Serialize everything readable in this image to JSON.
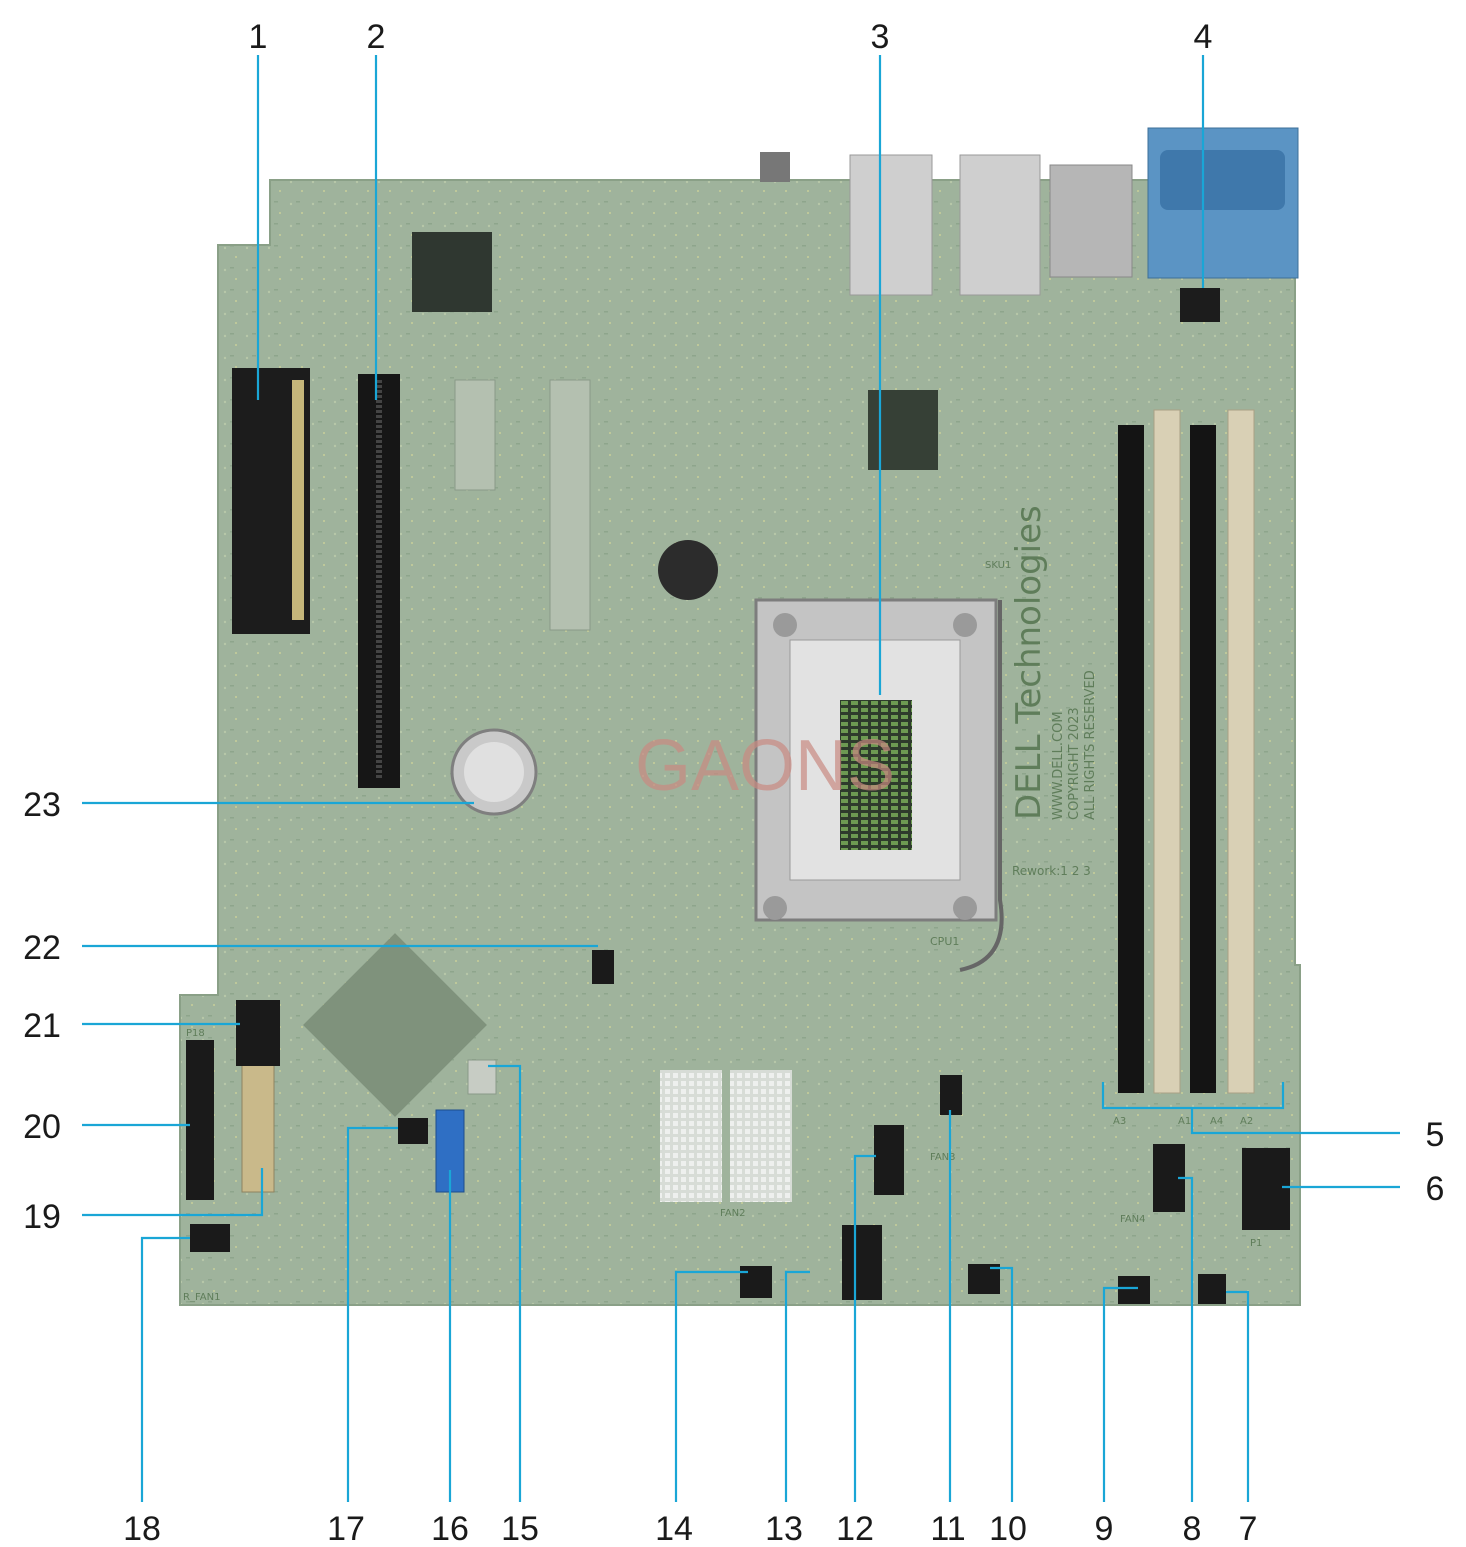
{
  "diagram": {
    "callouts": [
      "1",
      "2",
      "3",
      "4",
      "5",
      "6",
      "7",
      "8",
      "9",
      "10",
      "11",
      "12",
      "13",
      "14",
      "15",
      "16",
      "17",
      "18",
      "19",
      "20",
      "21",
      "22",
      "23"
    ]
  },
  "board_markings": {
    "brand": "DELL Technologies",
    "website": "WWW.DELL.COM",
    "copyright": "COPYRIGHT 2023",
    "rights": "ALL RIGHTS RESERVED",
    "rework": "Rework:1 2 3",
    "watermark": "GAONS",
    "sku": "SKU1",
    "cpu_label": "CPU1",
    "dimm_labels": [
      "A3",
      "A1",
      "A4",
      "A2"
    ],
    "fan_labels": [
      "R_FAN1",
      "FAN2",
      "FAN3",
      "FAN4"
    ],
    "connector_labels": [
      "P1",
      "P18"
    ]
  },
  "colors": {
    "board": "#9fb39c",
    "leader": "#1aa6d6",
    "text": "#1a1a1a",
    "slot_black": "#141414",
    "slot_beige": "#d9d0b5"
  }
}
